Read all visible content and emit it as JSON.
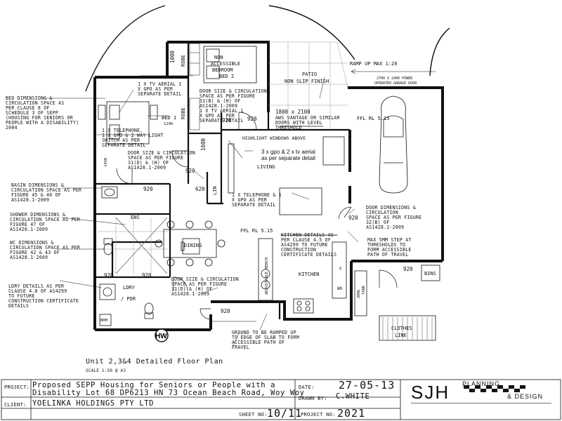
{
  "plan": {
    "title": "Unit 2,3&4 Detailed Floor Plan",
    "scale": "SCALE 1:50 @ A3",
    "hw_label": "HW"
  },
  "rooms": {
    "bed1": "BED 1",
    "bed2": [
      "NON",
      "ACCESSIBLE",
      "BEDROOM",
      "BED 2"
    ],
    "robe": "ROBE",
    "patio": [
      "PATIO",
      "NON SLIP FINISH"
    ],
    "living": "LIVING",
    "dining": "DINING",
    "kitchen": "KITCHEN",
    "ens": "ENS",
    "lndry": [
      "LDRY",
      "/ PDR"
    ],
    "lin": "LIN",
    "bins": "BINS",
    "brm": "BRM",
    "clothes_line": [
      "CLOTHES",
      "LINE"
    ],
    "garage_door": [
      "2700 X 2400 POWER",
      "OPERATED GARAGE DOOR"
    ],
    "ramp": "RAMP UP MAX 1:20",
    "highlight_windows": "HIGHLIGHT WINDOWS ABOVE",
    "ffl_garage": "FFL RL 5.13",
    "ffl_unit": "FFL RL 5.15",
    "adjustable_bench": "ADJUSTABLE BENCH",
    "tank": [
      "200L",
      "TANK"
    ],
    "fridge": "F",
    "wo": "WO",
    "power_note": [
      "3 x gpo & 2 x tv aerial",
      "as per separate detail"
    ]
  },
  "dimensions": [
    "1000",
    "1200",
    "1600",
    "1450",
    "920",
    "920",
    "920",
    "920",
    "920",
    "920",
    "920",
    "920",
    "920",
    "620",
    "1800 x 2100"
  ],
  "notes": {
    "bed_dims": [
      "BED DIMENSIONS &",
      "CIRCULATION SPACE AS",
      "PER CLAUSE 8 OF",
      "SCHEDULE 3 OF SEPP",
      "(HOUSING FOR SENIORS OR",
      "PEOPLE WITH A DISABILITY)",
      "2004"
    ],
    "basin": [
      "BASIN DIMENSIONS &",
      "CIRCULATION SPACE AS PER",
      "FIGURE 45 & 46 OF",
      "AS1428.1-2009"
    ],
    "shower": [
      "SHOWER DIMENSIONS &",
      "CIRCULATION SPACE AS PER",
      "FIGURE 47 OF",
      "AS1428.1-2009"
    ],
    "wc": [
      "WC DIMENSIONS &",
      "CIRCULATION SPACE AS PER",
      "FIGURE 42 & 43 OF",
      "AS1428.1-2009"
    ],
    "ldry": [
      "LDRY DETAILS AS PER",
      "CLAUSE 4.8 OF AS4299",
      "TO FUTURE",
      "CONSTRUCTION CERTIFICATE",
      "DETAILS"
    ],
    "tv_bed1a": [
      "1 X TV AERIAL 1",
      "X GPO AS PER",
      "SEPARATE DETAIL"
    ],
    "door_bed2": [
      "DOOR SIZE & CIRCULATION",
      "SPACE AS PER FIGURE",
      "31(B) & (H) OF",
      "AS1428.1-2009"
    ],
    "tv_bed1b": [
      "1 X TV AERIAL 1",
      "X GPO AS PER",
      "SEPARATE DETAIL"
    ],
    "phone_bed1": [
      "1 X TELEPHONE,",
      "1 X GPO & 2 WAY LIGHT",
      "SWITCH AS PER",
      "SEPARATE DETAIL"
    ],
    "door_bed1": [
      "DOOR SIZE & CIRCULATION",
      "SPACE AS PER FIGURE",
      "31(D) & (H) OF",
      "AS1428.1-2009"
    ],
    "patio_door": [
      "AWS VANTAGE OR SIMILAR",
      "DOORS WITH LEVEL",
      "THRESHOLD"
    ],
    "phone_living": [
      "1 X TELEPHONE & 1",
      "X GPO AS PER",
      "SEPARATE DETAIL"
    ],
    "garage_door_note": [
      "DOOR DIMENSIONS &",
      "CIRCULATION",
      "SPACE AS PER FIGURE",
      "32(B) OF",
      "AS1428.1-2009"
    ],
    "kitchen": [
      "KITCHEN DETAILS AS",
      "PER CLAUSE 4.5 OF",
      "AS4299 TO FUTURE",
      "CONSTRUCTION",
      "CERTIFICATE DETAILS"
    ],
    "step": [
      "MAX 5MM STEP AT",
      "THRESHOLDS TO",
      "FORM ACCESSIBLE",
      "PATH OF TRAVEL"
    ],
    "door_ldry": [
      "DOOR SIZE & CIRCULATION",
      "SPACE AS PER FIGURE",
      "31(D) & (H) OF",
      "AS1428.1-2009"
    ],
    "ground": [
      "GROUND TO BE RAMPED UP",
      "TO EDGE OF SLAB TO FORM",
      "ACCESSIBLE PATH OF",
      "TRAVEL"
    ]
  },
  "title_block": {
    "project_label": "PROJECT:",
    "project_line1": "Proposed SEPP Housing for Seniors or People with a",
    "project_line2": "Disability Lot 68 DP6213 HN 73 Ocean Beach Road, Woy Woy",
    "client_label": "CLIENT:",
    "client": "YOELINKA HOLDINGS PTY LTD",
    "date_label": "DATE:",
    "date": "27-05-13",
    "drawn_label": "DRAWN BY:",
    "drawn_by": "C.WHITE",
    "sheet_label": "SHEET NO:",
    "sheet": "10/11",
    "project_no_label": "PROJECT NO:",
    "project_no": "2021",
    "company_initials": "SJH",
    "company_line1": "PLANNING",
    "company_line2": "& DESIGN"
  }
}
